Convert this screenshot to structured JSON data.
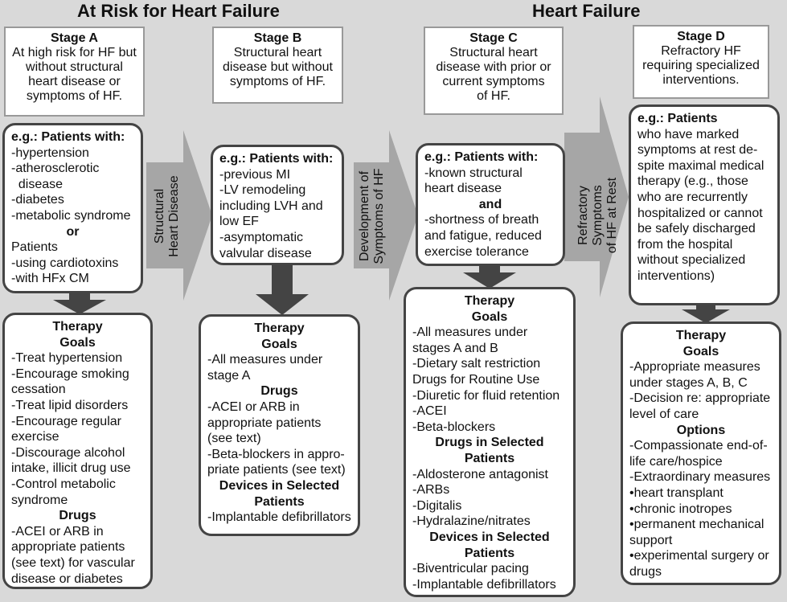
{
  "headers": {
    "at_risk": "At Risk for Heart Failure",
    "hf": "Heart Failure"
  },
  "stages": {
    "a": {
      "title": "Stage A",
      "desc": "At high risk for HF but\nwithout structural\nheart disease or\nsymptoms of HF."
    },
    "b": {
      "title": "Stage B",
      "desc": "Structural heart\ndisease but without\nsymptoms of HF."
    },
    "c": {
      "title": "Stage C",
      "desc": "Structural heart\ndisease with prior or\ncurrent symptoms\nof HF."
    },
    "d": {
      "title": "Stage D",
      "desc": "Refractory HF\nrequiring specialized\ninterventions."
    }
  },
  "transitions": {
    "ab": "Structural\nHeart Disease",
    "bc": "Development of\nSymptoms of HF",
    "cd": "Refractory Symptoms\nof HF at Rest"
  },
  "patients": {
    "a": {
      "heading": "e.g.: Patients with:",
      "items": [
        "-hypertension",
        "-atherosclerotic",
        "  disease",
        "-diabetes",
        "-metabolic syndrome"
      ],
      "or": "or",
      "items2": [
        "Patients",
        "-using cardiotoxins",
        "-with HFx CM"
      ]
    },
    "b": {
      "heading": "e.g.: Patients with:",
      "items": [
        "-previous MI",
        "-LV remodeling",
        "including LVH and",
        "low EF",
        "-asymptomatic",
        "valvular disease"
      ]
    },
    "c": {
      "heading": "e.g.: Patients with:",
      "items": [
        "-known structural",
        "heart disease"
      ],
      "and": "and",
      "items2": [
        "-shortness of breath",
        "and fatigue, reduced",
        "exercise tolerance"
      ]
    },
    "d": {
      "heading": "e.g.: Patients",
      "items": [
        "who have marked",
        "symptoms at rest de-",
        "spite maximal medical",
        "therapy (e.g., those",
        "who are recurrently",
        "hospitalized or cannot",
        "be safely discharged",
        "from the hospital",
        "without specialized",
        "interventions)"
      ]
    }
  },
  "therapy": {
    "a": {
      "title": "Therapy",
      "goals": "Goals",
      "goal_items": [
        "-Treat hypertension",
        "-Encourage smoking",
        "cessation",
        "-Treat lipid disorders",
        "-Encourage regular",
        "exercise",
        "-Discourage alcohol",
        "intake, illicit drug use",
        "-Control metabolic",
        "syndrome"
      ],
      "drugs": "Drugs",
      "drug_items": [
        "-ACEI or ARB in",
        "appropriate patients",
        "(see text) for vascular",
        "disease or diabetes"
      ]
    },
    "b": {
      "title": "Therapy",
      "goals": "Goals",
      "goal_items": [
        "-All measures under",
        "stage A"
      ],
      "drugs": "Drugs",
      "drug_items": [
        "-ACEI or ARB in",
        "appropriate patients",
        "(see text)",
        "-Beta-blockers in appro-",
        "priate patients (see text)"
      ],
      "devices": "Devices in Selected\nPatients",
      "device_items": [
        "-Implantable defibrillators"
      ]
    },
    "c": {
      "title": "Therapy",
      "goals": "Goals",
      "goal_items": [
        "-All measures under",
        "stages A and B",
        "-Dietary salt restriction",
        "Drugs for Routine Use",
        "-Diuretic for fluid retention",
        "-ACEI",
        "-Beta-blockers"
      ],
      "drugs": "Drugs in Selected\nPatients",
      "drug_items": [
        "-Aldosterone antagonist",
        "-ARBs",
        "-Digitalis",
        "-Hydralazine/nitrates"
      ],
      "devices": "Devices in Selected\nPatients",
      "device_items": [
        "-Biventricular pacing",
        "-Implantable defibrillators"
      ]
    },
    "d": {
      "title": "Therapy",
      "goals": "Goals",
      "goal_items": [
        "-Appropriate measures",
        "under stages A, B, C",
        "-Decision re: appropriate",
        "level of care"
      ],
      "options": "Options",
      "option_items": [
        "-Compassionate end-of-",
        "life care/hospice",
        "-Extraordinary measures",
        "•heart transplant",
        "•chronic inotropes",
        "•permanent mechanical",
        "support",
        "•experimental surgery or",
        "drugs"
      ]
    }
  }
}
